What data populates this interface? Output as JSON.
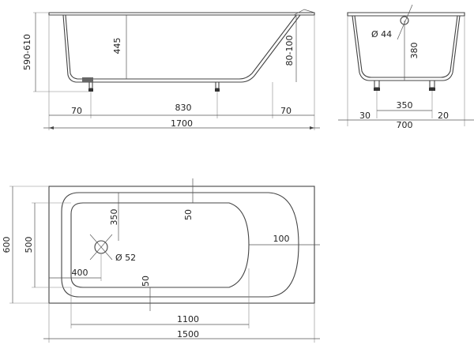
{
  "side_view": {
    "height_range": "590-610",
    "inner_depth": "445",
    "slope_height": "80-100",
    "left_offset": "70",
    "foot_spacing": "830",
    "right_offset": "70",
    "overall_length": "1700"
  },
  "end_view": {
    "drain_diameter": "Ø 44",
    "drain_height": "380",
    "foot_spacing": "350",
    "left_offset": "30",
    "overall_width": "700",
    "right_offset": "20"
  },
  "plan_view": {
    "outer_width": "600",
    "inner_width": "500",
    "drain_offset_y": "350",
    "rim_top": "50",
    "rim_right": "100",
    "drain_diameter": "Ø 52",
    "drain_offset_x": "400",
    "rim_bottom": "50",
    "inner_length": "1100",
    "outer_length": "1500"
  }
}
